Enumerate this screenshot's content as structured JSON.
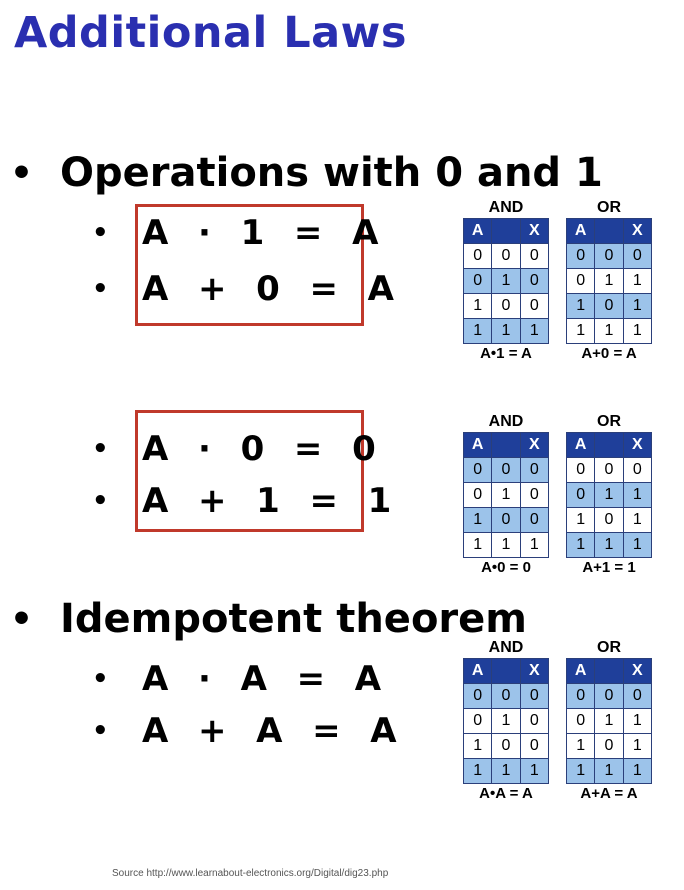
{
  "title": "Additional Laws",
  "section1": {
    "heading": "Operations with 0 and 1",
    "group1": {
      "exprs": [
        "A  ·  1  =  A",
        "A  +  0  =  A"
      ]
    },
    "group2": {
      "exprs": [
        "A  ·  0  =  0",
        "A  +  1  =  1"
      ]
    }
  },
  "section2": {
    "heading": "Idempotent theorem",
    "exprs": [
      "A  ·  A  =  A",
      "A  +  A  =  A"
    ]
  },
  "tables": [
    {
      "label": "AND",
      "header": [
        "A",
        "",
        "X"
      ],
      "rows": [
        [
          "0",
          "0",
          "0"
        ],
        [
          "0",
          "1",
          "0"
        ],
        [
          "1",
          "0",
          "0"
        ],
        [
          "1",
          "1",
          "1"
        ]
      ],
      "highlight": [
        1,
        3
      ],
      "caption": "A•1 = A"
    },
    {
      "label": "OR",
      "header": [
        "A",
        "",
        "X"
      ],
      "rows": [
        [
          "0",
          "0",
          "0"
        ],
        [
          "0",
          "1",
          "1"
        ],
        [
          "1",
          "0",
          "1"
        ],
        [
          "1",
          "1",
          "1"
        ]
      ],
      "highlight": [
        0,
        2
      ],
      "caption": "A+0 = A"
    },
    {
      "label": "AND",
      "header": [
        "A",
        "",
        "X"
      ],
      "rows": [
        [
          "0",
          "0",
          "0"
        ],
        [
          "0",
          "1",
          "0"
        ],
        [
          "1",
          "0",
          "0"
        ],
        [
          "1",
          "1",
          "1"
        ]
      ],
      "highlight": [
        0,
        2
      ],
      "caption": "A•0 = 0"
    },
    {
      "label": "OR",
      "header": [
        "A",
        "",
        "X"
      ],
      "rows": [
        [
          "0",
          "0",
          "0"
        ],
        [
          "0",
          "1",
          "1"
        ],
        [
          "1",
          "0",
          "1"
        ],
        [
          "1",
          "1",
          "1"
        ]
      ],
      "highlight": [
        1,
        3
      ],
      "caption": "A+1 = 1"
    },
    {
      "label": "AND",
      "header": [
        "A",
        "",
        "X"
      ],
      "rows": [
        [
          "0",
          "0",
          "0"
        ],
        [
          "0",
          "1",
          "0"
        ],
        [
          "1",
          "0",
          "0"
        ],
        [
          "1",
          "1",
          "1"
        ]
      ],
      "highlight": [
        0,
        3
      ],
      "caption": "A•A = A"
    },
    {
      "label": "OR",
      "header": [
        "A",
        "",
        "X"
      ],
      "rows": [
        [
          "0",
          "0",
          "0"
        ],
        [
          "0",
          "1",
          "1"
        ],
        [
          "1",
          "0",
          "1"
        ],
        [
          "1",
          "1",
          "1"
        ]
      ],
      "highlight": [
        0,
        3
      ],
      "caption": "A+A = A"
    }
  ],
  "source": "Source http://www.learnabout-electronics.org/Digital/dig23.php",
  "colors": {
    "title": "#2a2fb0",
    "box": "#c0392b",
    "table_header": "#1f3f9a",
    "table_highlight": "#9cc3ea"
  }
}
